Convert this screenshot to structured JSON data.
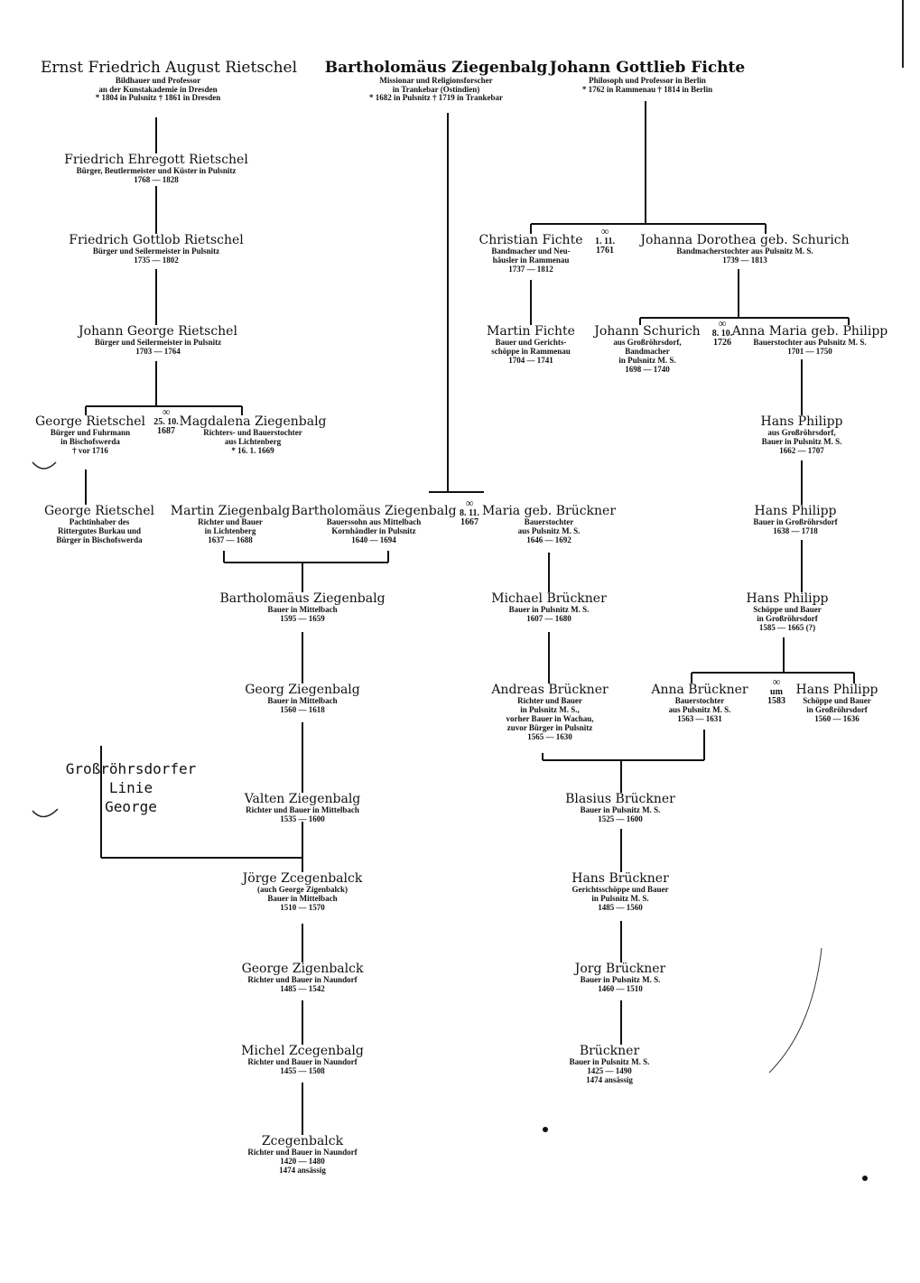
{
  "people": [
    {
      "id": "ernst",
      "name": "Ernst Friedrich August Rietschel",
      "details": [
        "Bildhauer und Professor",
        "an der Kunstakademie in Dresden",
        "* 1804 in Pulsnitz               † 1861 in Dresden"
      ]
    },
    {
      "id": "bart_miss",
      "name": "Bartholomäus Ziegenbalg",
      "details": [
        "Missionar und Religionsforscher",
        "in Trankebar (Ostindien)",
        "* 1682 in Pulsnitz    † 1719 in Trankebar"
      ]
    },
    {
      "id": "fichte_jg",
      "name": "Johann Gottlieb Fichte",
      "details": [
        "Philosoph und Professor in Berlin",
        "* 1762 in Rammenau         † 1814 in Berlin"
      ]
    },
    {
      "id": "fe_riet",
      "name": "Friedrich Ehregott Rietschel",
      "details": [
        "Bürger, Beutlermeister und Küster in Pulsnitz",
        "1768 — 1828"
      ]
    },
    {
      "id": "fg_riet",
      "name": "Friedrich Gottlob Rietschel",
      "details": [
        "Bürger und Seilermeister in Pulsnitz",
        "1735 — 1802"
      ]
    },
    {
      "id": "jg_riet",
      "name": "Johann George Rietschel",
      "details": [
        "Bürger und Seilermeister in Pulsnitz",
        "1703 — 1764"
      ]
    },
    {
      "id": "g_riet1",
      "name": "George Rietschel",
      "details": [
        "Bürger und Fuhrmann",
        "in Bischofswerda",
        "† vor 1716"
      ]
    },
    {
      "id": "magdalena",
      "name": "Magdalena Ziegenbalg",
      "details": [
        "Richters- und Bauerstochter",
        "aus Lichtenberg",
        "* 16. 1. 1669"
      ]
    },
    {
      "id": "g_riet2",
      "name": "George Rietschel",
      "details": [
        "Pachtinhaber des",
        "Rittergutes Burkau und",
        "Bürger in Bischofswerda"
      ]
    },
    {
      "id": "martin_z",
      "name": "Martin Ziegenbalg",
      "details": [
        "Richter und Bauer",
        "in Lichtenberg",
        "1637 — 1688"
      ]
    },
    {
      "id": "bart_1640",
      "name": "Bartholomäus Ziegenbalg",
      "details": [
        "Bauerssohn aus Mittelbach",
        "Kornhändler in Pulsnitz",
        "1640 — 1694"
      ]
    },
    {
      "id": "maria_b",
      "name": "Maria geb. Brückner",
      "details": [
        "Bauerstochter",
        "aus Pulsnitz M. S.",
        "1646 — 1692"
      ]
    },
    {
      "id": "christian_f",
      "name": "Christian Fichte",
      "details": [
        "Bandmacher und Neu-",
        "häusler in Rammenau",
        "1737 — 1812"
      ]
    },
    {
      "id": "johanna_d",
      "name": "Johanna Dorothea geb. Schurich",
      "details": [
        "Bandmacherstochter aus Pulsnitz M. S.",
        "1739 — 1813"
      ]
    },
    {
      "id": "martin_f",
      "name": "Martin Fichte",
      "details": [
        "Bauer und Gerichts-",
        "schöppe in Rammenau",
        "1704 — 1741"
      ]
    },
    {
      "id": "johann_s",
      "name": "Johann Schurich",
      "details": [
        "aus Großröhrsdorf,",
        "Bandmacher",
        "in Pulsnitz M. S.",
        "1698 — 1740"
      ]
    },
    {
      "id": "anna_maria",
      "name": "Anna Maria geb. Philipp",
      "details": [
        "Bauerstochter aus Pulsnitz M. S.",
        "1701 — 1750"
      ]
    },
    {
      "id": "hans_p1",
      "name": "Hans Philipp",
      "details": [
        "aus Großröhrsdorf,",
        "Bauer in Pulsnitz M. S.",
        "1662 — 1707"
      ]
    },
    {
      "id": "hans_p2",
      "name": "Hans Philipp",
      "details": [
        "Bauer in Großröhrsdorf",
        "1638 — 1718"
      ]
    },
    {
      "id": "hans_p3",
      "name": "Hans Philipp",
      "details": [
        "Schöppe und Bauer",
        "in Großröhrsdorf",
        "1585 — 1665 (?)"
      ]
    },
    {
      "id": "bart_1595",
      "name": "Bartholomäus Ziegenbalg",
      "details": [
        "Bauer in Mittelbach",
        "1595 — 1659"
      ]
    },
    {
      "id": "michael_b",
      "name": "Michael Brückner",
      "details": [
        "Bauer in Pulsnitz M. S.",
        "1607 — 1680"
      ]
    },
    {
      "id": "georg_z",
      "name": "Georg Ziegenbalg",
      "details": [
        "Bauer in Mittelbach",
        "1560 — 1618"
      ]
    },
    {
      "id": "andreas_b",
      "name": "Andreas Brückner",
      "details": [
        "Richter und Bauer",
        "in Pulsnitz M. S.,",
        "vorher Bauer in Wachau,",
        "zuvor Bürger in Pulsnitz",
        "1565 — 1630"
      ]
    },
    {
      "id": "anna_b",
      "name": "Anna Brückner",
      "details": [
        "Bauerstochter",
        "aus Pulsnitz M. S.",
        "1563 — 1631"
      ]
    },
    {
      "id": "hans_p4",
      "name": "Hans Philipp",
      "details": [
        "Schöppe und Bauer",
        "in Großröhrsdorf",
        "1560 — 1636"
      ]
    },
    {
      "id": "valten_z",
      "name": "Valten Ziegenbalg",
      "details": [
        "Richter und Bauer in Mittelbach",
        "1535 — 1600"
      ]
    },
    {
      "id": "blasius_b",
      "name": "Blasius Brückner",
      "details": [
        "Bauer in Pulsnitz M. S.",
        "1525 — 1600"
      ]
    },
    {
      "id": "jorge_z",
      "name": "Jörge Zcegenbalck",
      "details": [
        "(auch George Zigenbalck)",
        "Bauer in Mittelbach",
        "1510 — 1570"
      ]
    },
    {
      "id": "hans_b",
      "name": "Hans Brückner",
      "details": [
        "Gerichtsschöppe und Bauer",
        "in Pulsnitz M. S.",
        "1485 — 1560"
      ]
    },
    {
      "id": "george_z",
      "name": "George Zigenbalck",
      "details": [
        "Richter und Bauer in Naundorf",
        "1485 — 1542"
      ]
    },
    {
      "id": "jorg_b",
      "name": "Jorg Brückner",
      "details": [
        "Bauer in Pulsnitz M. S.",
        "1460 — 1510"
      ]
    },
    {
      "id": "michel_z",
      "name": "Michel Zcegenbalg",
      "details": [
        "Richter und Bauer in Naundorf",
        "1455 — 1508"
      ]
    },
    {
      "id": "brueckner",
      "name": "Brückner",
      "details": [
        "Bauer in Pulsnitz M. S.",
        "1425 — 1490",
        "1474 ansässig"
      ]
    },
    {
      "id": "zcegenbalck",
      "name": "Zcegenbalck",
      "details": [
        "Richter und Bauer in Naundorf",
        "1420 — 1480",
        "1474 ansässig"
      ]
    }
  ],
  "marriages": [
    {
      "id": "m_fichte",
      "symbol": "∞",
      "date": [
        "1. 11.",
        "1761"
      ]
    },
    {
      "id": "m_schurich",
      "symbol": "∞",
      "date": [
        "8. 10.",
        "1726"
      ]
    },
    {
      "id": "m_rietschel",
      "symbol": "∞",
      "date": [
        "25. 10.",
        "1687"
      ]
    },
    {
      "id": "m_ziegenbalg",
      "symbol": "∞",
      "date": [
        "8. 11.",
        "1667"
      ]
    },
    {
      "id": "m_brueckner",
      "symbol": "∞",
      "date": [
        "um",
        "1583"
      ]
    }
  ],
  "side_label": [
    "Großröhrsdorfer",
    "Linie",
    "George"
  ]
}
